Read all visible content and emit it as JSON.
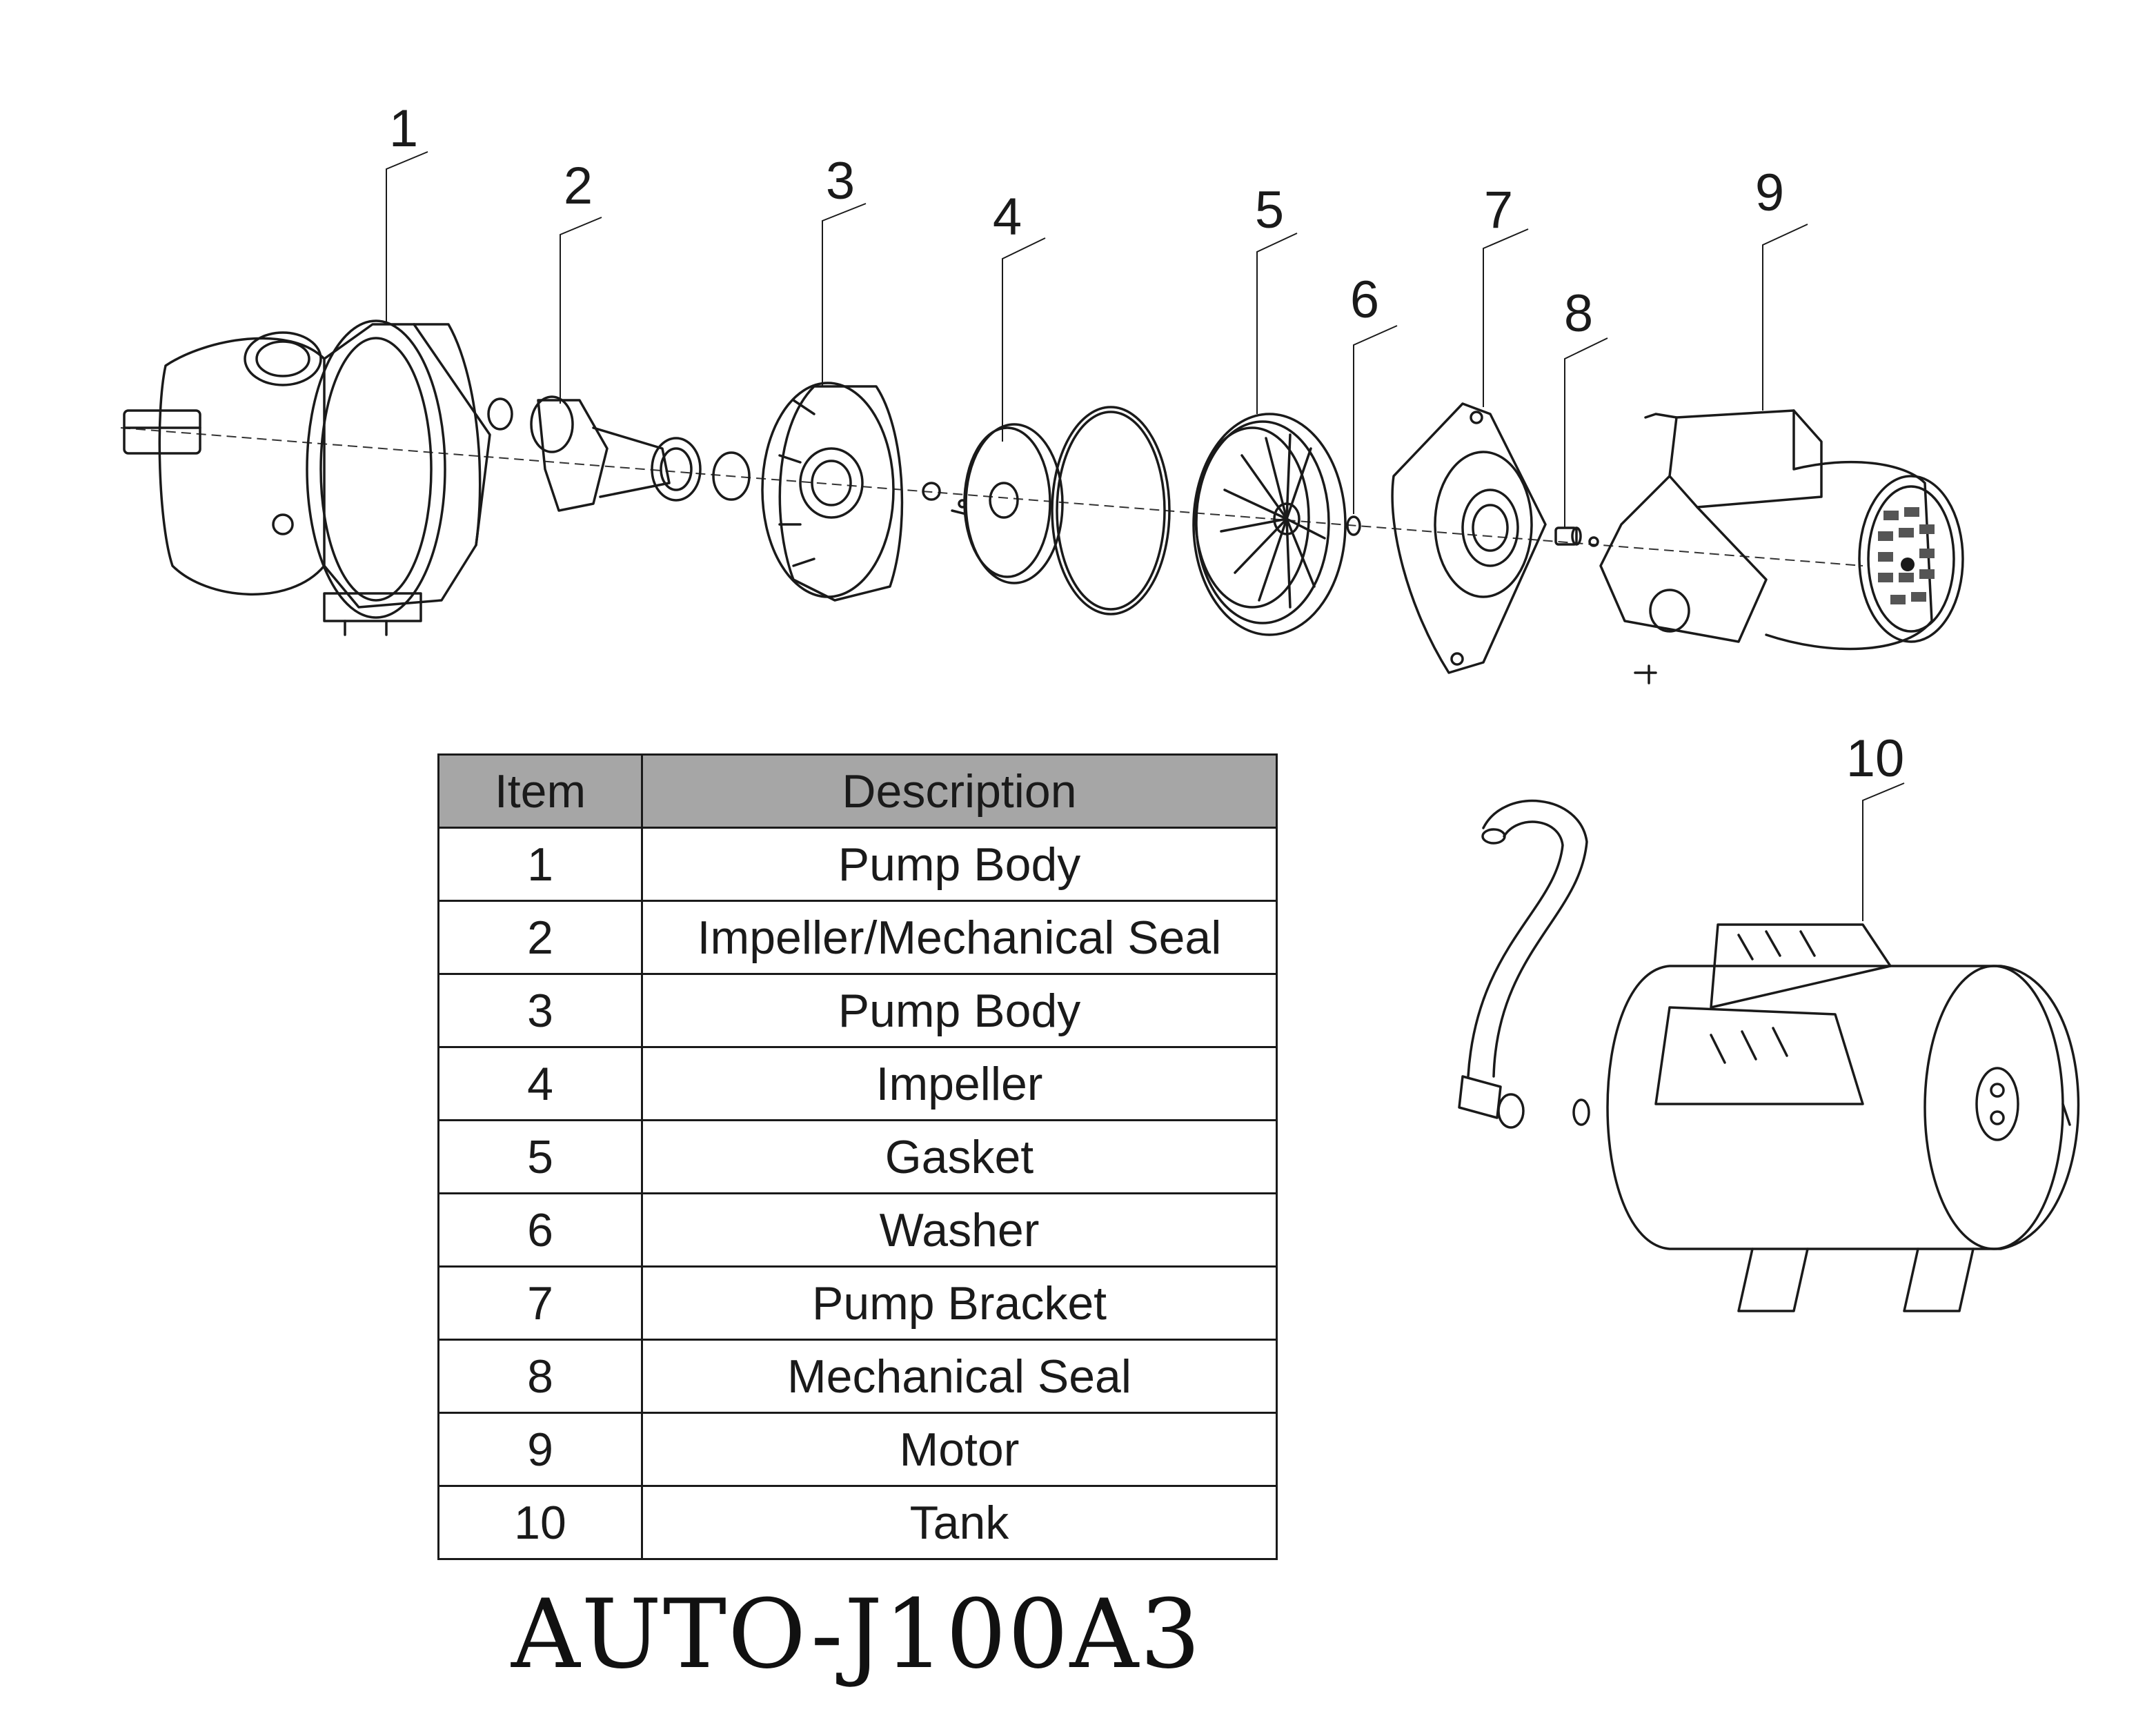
{
  "callouts": [
    "1",
    "2",
    "3",
    "4",
    "5",
    "6",
    "7",
    "8",
    "9",
    "10"
  ],
  "table": {
    "headers": [
      "Item",
      "Description"
    ],
    "rows": [
      {
        "item": "1",
        "description": "Pump Body"
      },
      {
        "item": "2",
        "description": "Impeller/Mechanical Seal"
      },
      {
        "item": "3",
        "description": "Pump Body"
      },
      {
        "item": "4",
        "description": "Impeller"
      },
      {
        "item": "5",
        "description": "Gasket"
      },
      {
        "item": "6",
        "description": "Washer"
      },
      {
        "item": "7",
        "description": "Pump Bracket"
      },
      {
        "item": "8",
        "description": "Mechanical Seal"
      },
      {
        "item": "9",
        "description": "Motor"
      },
      {
        "item": "10",
        "description": "Tank"
      }
    ],
    "header_color": "#a6a6a6"
  },
  "model": "AUTO-J100A3"
}
